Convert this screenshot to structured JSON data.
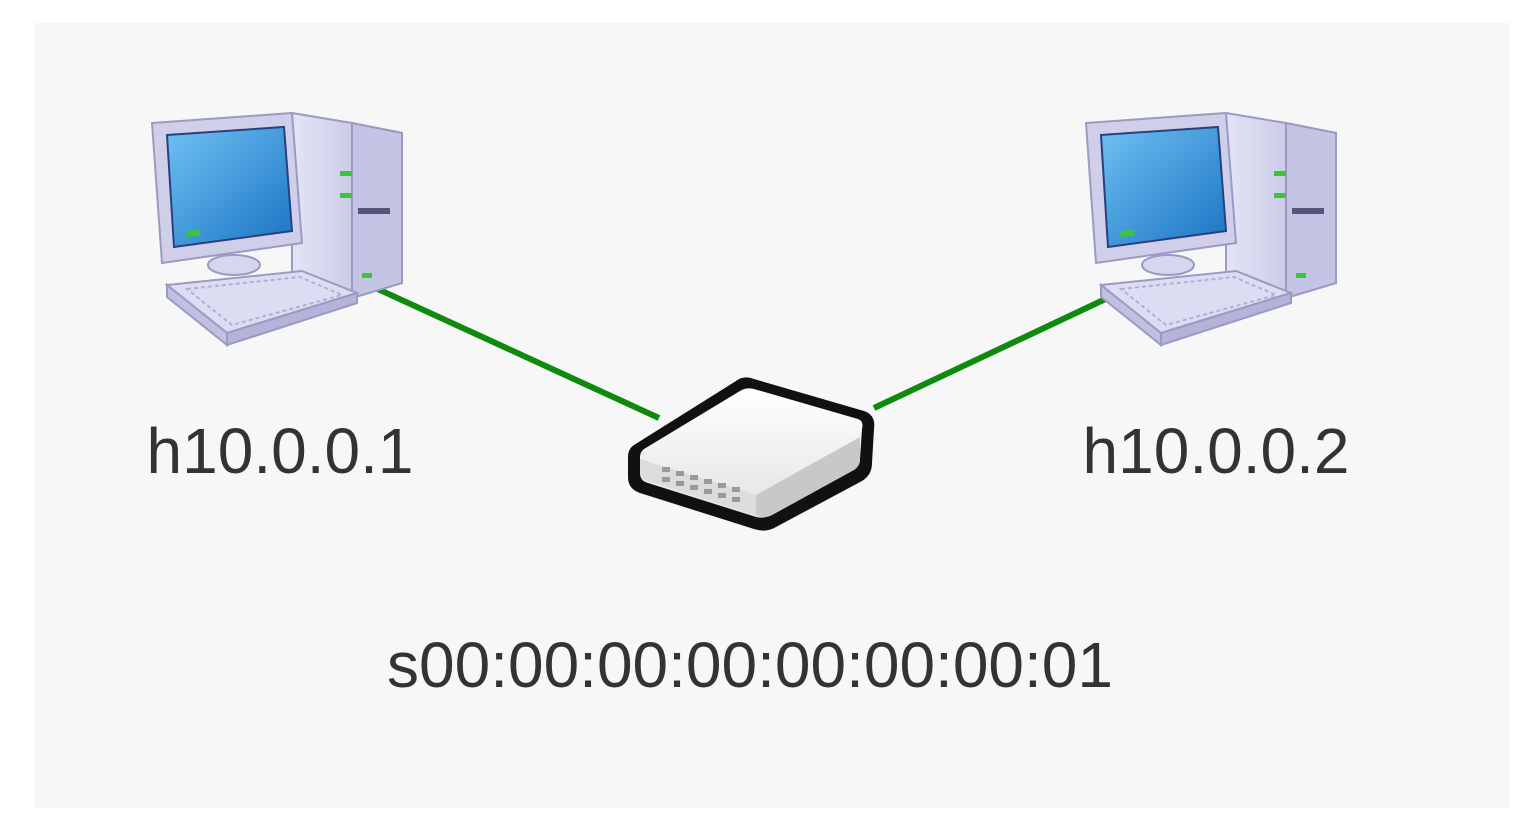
{
  "topology": {
    "hosts": [
      {
        "id": "h1",
        "label": "h10.0.0.1",
        "icon": "desktop-computer-icon"
      },
      {
        "id": "h2",
        "label": "h10.0.0.2",
        "icon": "desktop-computer-icon"
      }
    ],
    "switch": {
      "id": "s1",
      "label": "s00:00:00:00:00:00:00:01",
      "icon": "network-switch-icon"
    },
    "links": [
      {
        "from": "h1",
        "to": "s1"
      },
      {
        "from": "s1",
        "to": "h2"
      }
    ]
  },
  "colors": {
    "background": "#f7f7f7",
    "link": "#0e8a0e",
    "label": "#333333",
    "screen": "#2a8fd6",
    "case": "#d6d6f0",
    "switch_body": "#efefef",
    "switch_outline": "#111111"
  }
}
